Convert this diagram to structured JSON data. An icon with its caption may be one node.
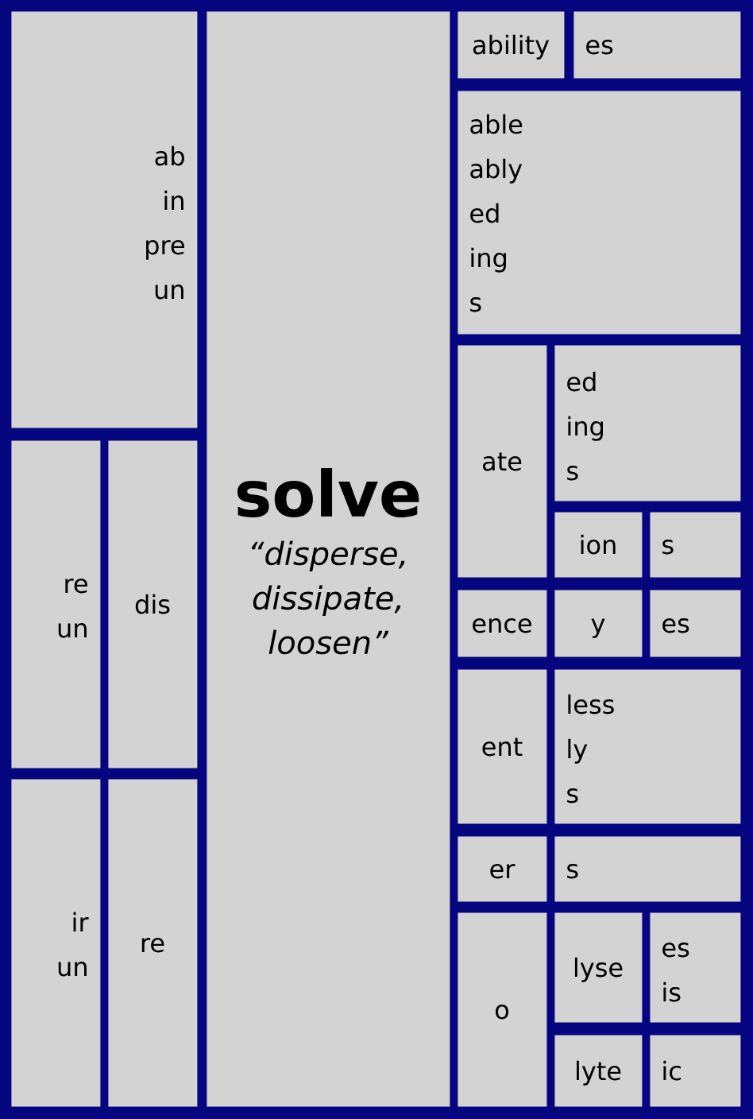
{
  "diagram": {
    "nodes": [
      {
        "text": [
          "ab",
          "in",
          "pre",
          "un"
        ]
      },
      {
        "text": [
          "re",
          "un"
        ]
      },
      {
        "text": [
          "dis"
        ]
      },
      {
        "text": [
          "ir",
          "un"
        ]
      },
      {
        "text": [
          "re"
        ]
      },
      {
        "text": [
          "solve",
          "“disperse, dissipate, loosen”"
        ]
      },
      {
        "text": [
          "ability"
        ]
      },
      {
        "text": [
          "es"
        ]
      },
      {
        "text": [
          "able",
          "ably",
          "ed",
          "ing",
          "s"
        ]
      },
      {
        "text": [
          "ate"
        ]
      },
      {
        "text": [
          "ed",
          "ing",
          "s"
        ]
      },
      {
        "text": [
          "ion"
        ]
      },
      {
        "text": [
          "s"
        ]
      },
      {
        "text": [
          "ence"
        ]
      },
      {
        "text": [
          "y"
        ]
      },
      {
        "text": [
          "es"
        ]
      },
      {
        "text": [
          "ent"
        ]
      },
      {
        "text": [
          "less",
          "ly",
          "s"
        ]
      },
      {
        "text": [
          "er"
        ]
      },
      {
        "text": [
          "s"
        ]
      },
      {
        "text": [
          "o"
        ]
      },
      {
        "text": [
          "lyse"
        ]
      },
      {
        "text": [
          "es",
          "is"
        ]
      },
      {
        "text": [
          "lyte"
        ]
      },
      {
        "text": [
          "ic"
        ]
      }
    ]
  }
}
